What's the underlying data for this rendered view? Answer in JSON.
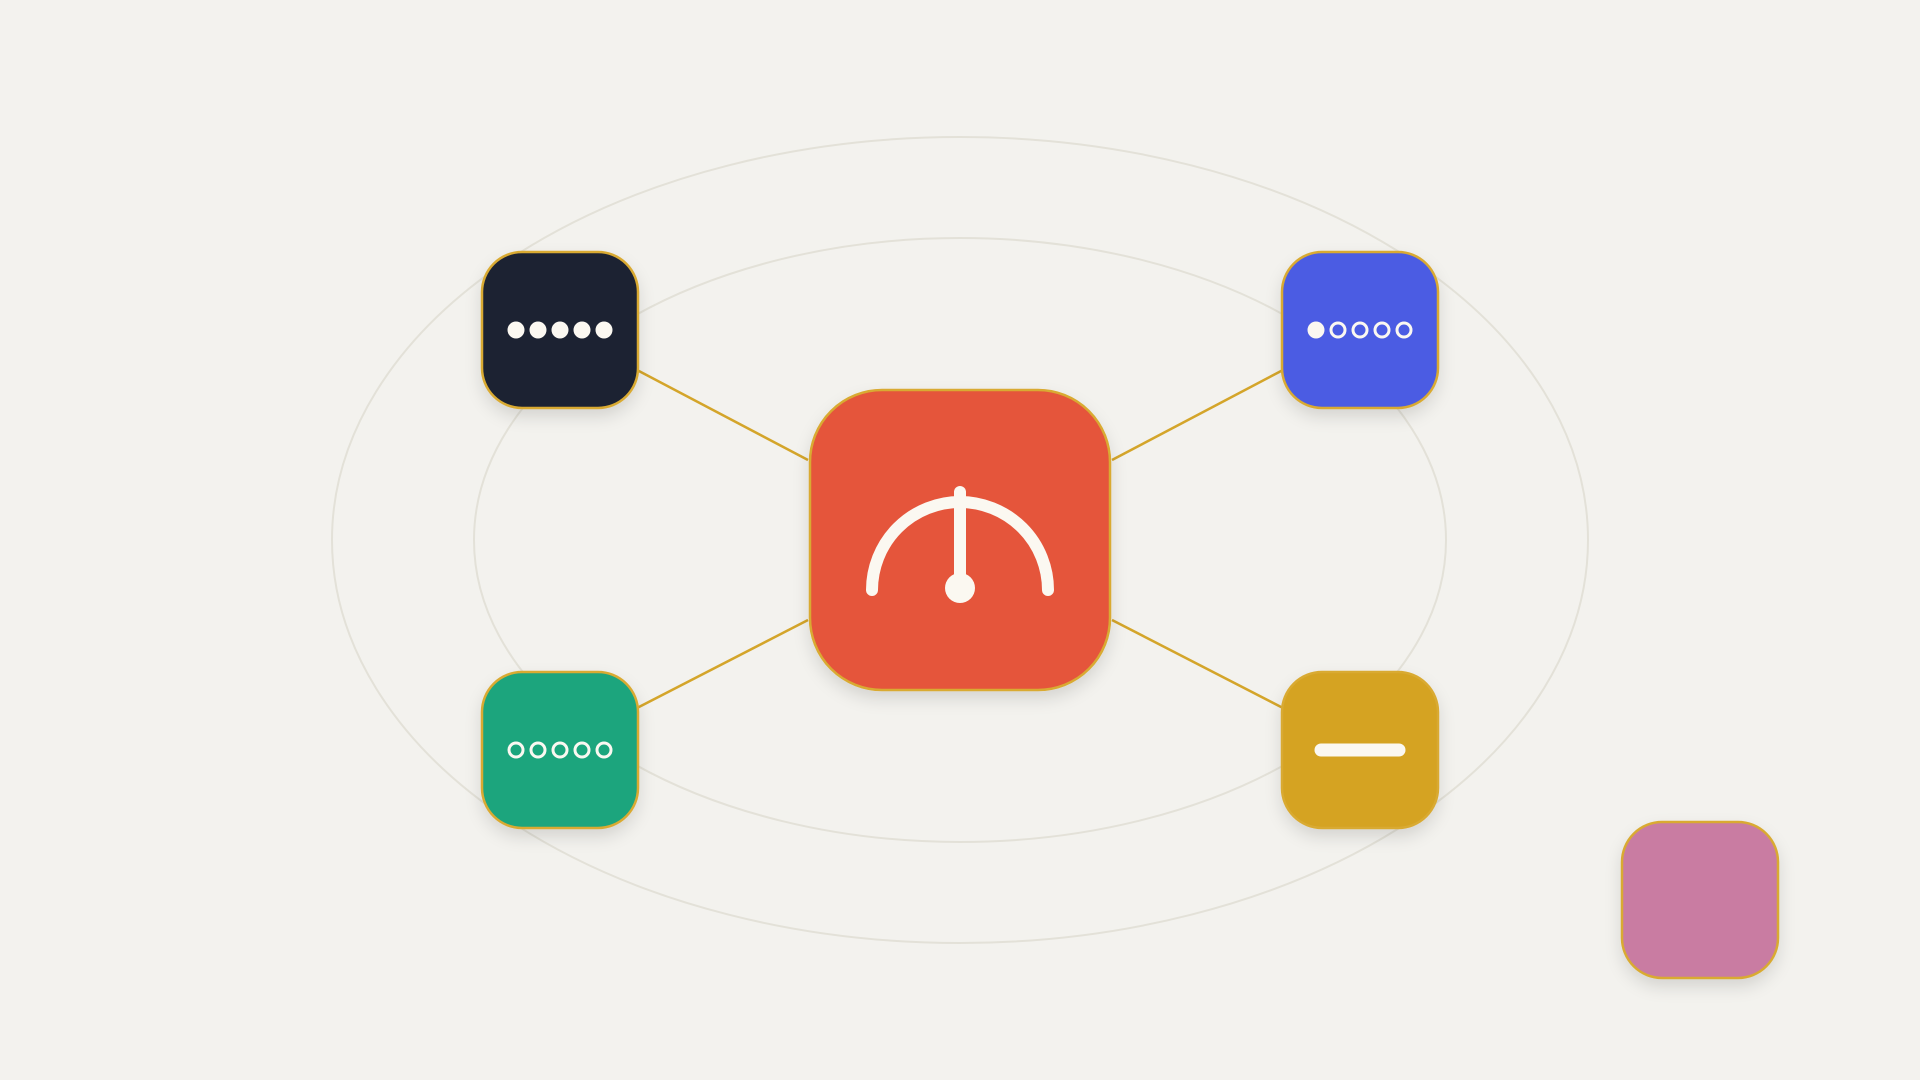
{
  "diagram": {
    "background": "#f3f2ee",
    "orbit_color": "#e3e1d8",
    "connector_color": "#d4a52a",
    "tile_border_color": "#d9aa33",
    "glyph_color": "#fbf8f1",
    "hub": {
      "name": "hub-tile",
      "color": "#e5553b",
      "icon": "gauge-icon"
    },
    "satellites": [
      {
        "name": "satellite-tile-top-left",
        "color": "#1d2231",
        "icon": "five-filled-dots-icon",
        "dots_filled": 5,
        "dots_total": 5
      },
      {
        "name": "satellite-tile-top-right",
        "color": "#4c5ce3",
        "icon": "one-of-five-dots-icon",
        "dots_filled": 1,
        "dots_total": 5
      },
      {
        "name": "satellite-tile-bottom-left",
        "color": "#1aa57d",
        "icon": "five-empty-dots-icon",
        "dots_filled": 0,
        "dots_total": 5
      },
      {
        "name": "satellite-tile-bottom-right",
        "color": "#d5a322",
        "icon": "minus-bar-icon"
      }
    ],
    "detached_tile": {
      "name": "detached-tile",
      "color": "#c97ba2"
    }
  }
}
